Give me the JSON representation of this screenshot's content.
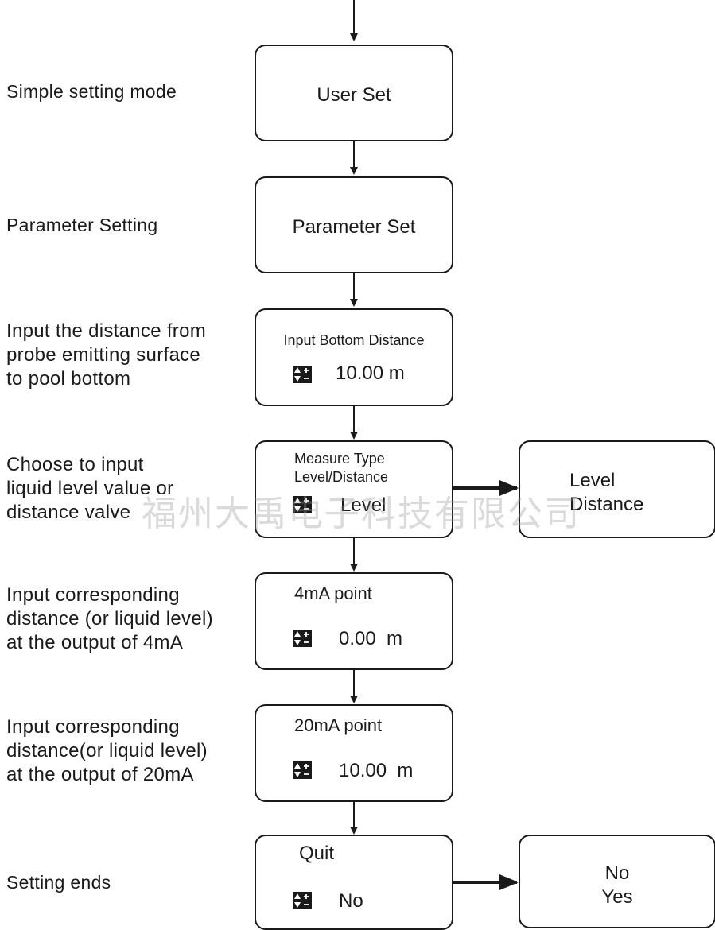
{
  "steps": [
    {
      "label": "Simple setting mode",
      "box": {
        "title": "User Set"
      }
    },
    {
      "label": "Parameter Setting",
      "box": {
        "title": "Parameter Set"
      }
    },
    {
      "label_lines": [
        "Input the distance from",
        "probe emitting surface",
        "to pool bottom"
      ],
      "box": {
        "title": "Input Bottom Distance",
        "icon": "up-down-plus-minus-icon",
        "value": "10.00 m"
      }
    },
    {
      "label_lines": [
        "Choose to input",
        "liquid level value or",
        "distance valve"
      ],
      "box": {
        "title_lines": [
          "Measure Type",
          "Level/Distance"
        ],
        "icon": "up-down-plus-minus-icon",
        "value": "Level"
      },
      "options": [
        "Level",
        "Distance"
      ]
    },
    {
      "label_lines": [
        "Input corresponding",
        "distance (or liquid level)",
        "at the output of 4mA"
      ],
      "box": {
        "title": "4mA point",
        "icon": "up-down-plus-minus-icon",
        "value": "0.00  m"
      }
    },
    {
      "label_lines": [
        "Input corresponding",
        "distance(or liquid level)",
        "at the output of 20mA"
      ],
      "box": {
        "title": "20mA point",
        "icon": "up-down-plus-minus-icon",
        "value": "10.00  m"
      }
    },
    {
      "label": "Setting ends",
      "box": {
        "title": "Quit",
        "icon": "up-down-plus-minus-icon",
        "value": "No"
      },
      "options": [
        "No",
        "Yes"
      ]
    }
  ],
  "watermark": "福州大禹电子科技有限公司"
}
